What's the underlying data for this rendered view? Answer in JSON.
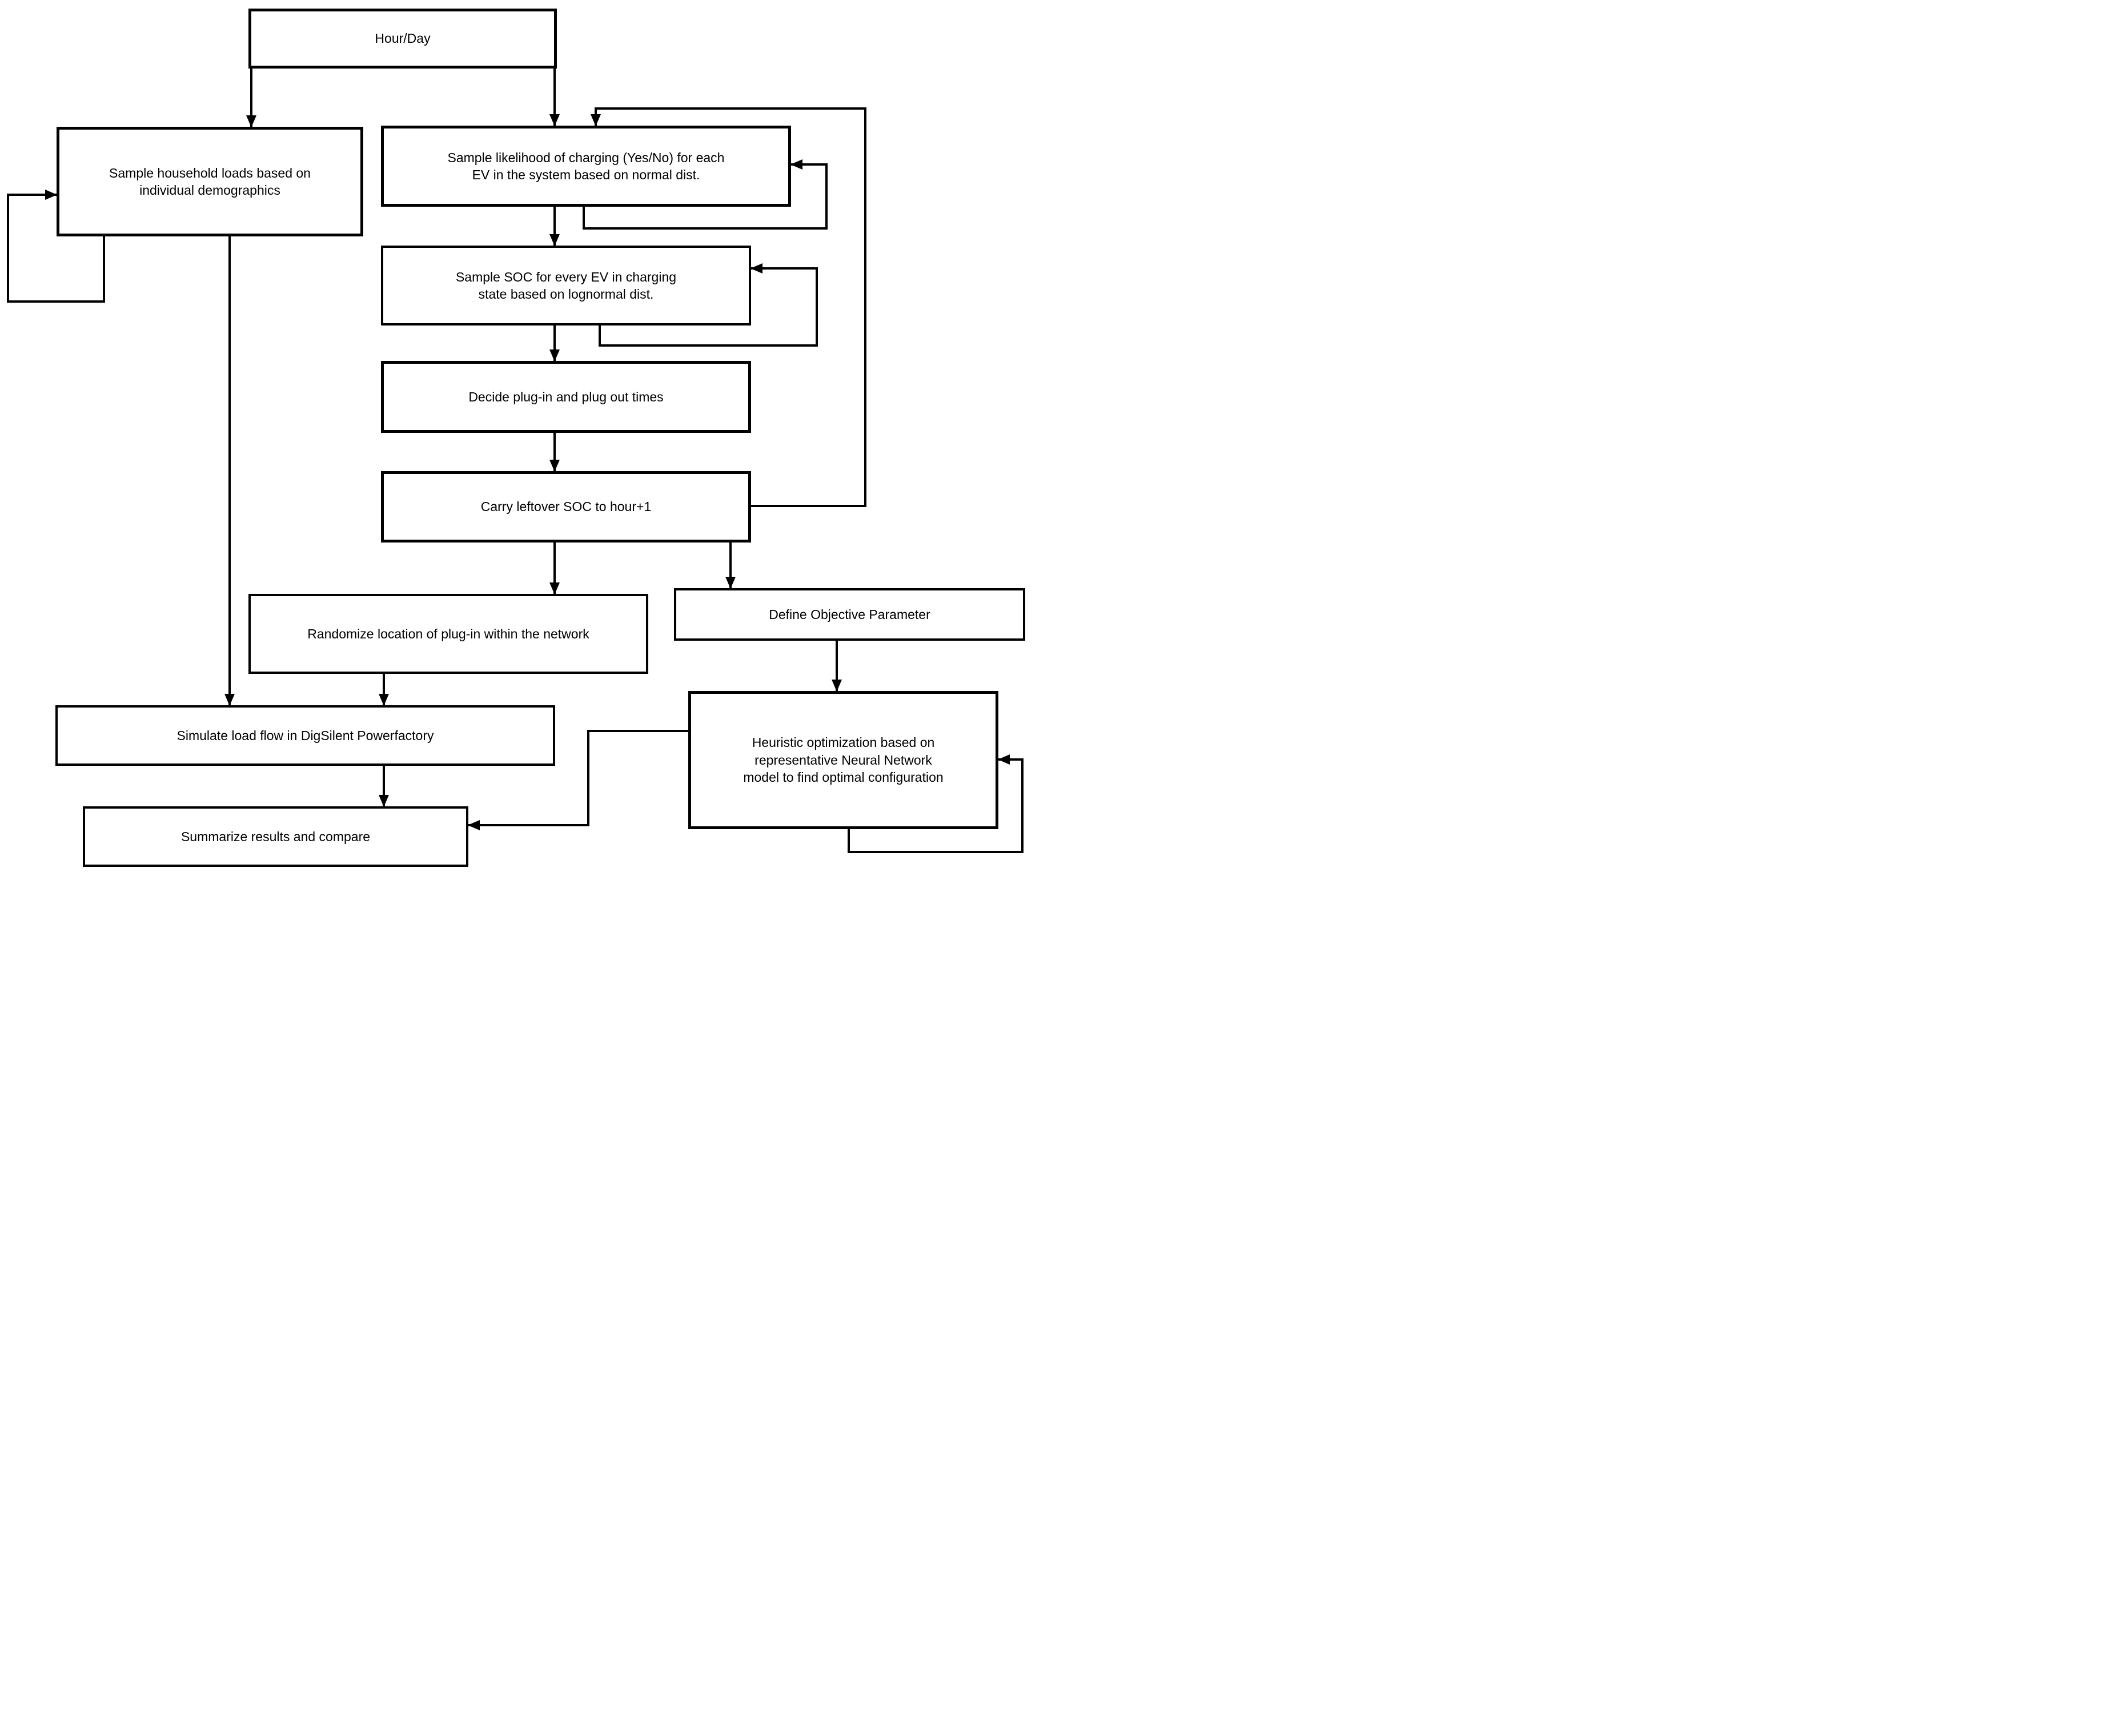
{
  "diagram": {
    "background_color": "#ffffff",
    "line_color": "#000000",
    "text_color": "#000000",
    "nodes": {
      "hour_day": {
        "label": "Hour/Day"
      },
      "household": {
        "label": "Sample household loads based on individual demographics"
      },
      "likelihood": {
        "label": "Sample likelihood of charging (Yes/No) for each EV in the system based on normal dist."
      },
      "soc": {
        "label": "Sample SOC for every EV in charging state based on lognormal dist."
      },
      "decide": {
        "label": "Decide plug-in and plug out times"
      },
      "carry": {
        "label": "Carry leftover SOC to hour+1"
      },
      "randomize": {
        "label": "Randomize location of plug-in within the network"
      },
      "objective": {
        "label": "Define Objective Parameter"
      },
      "simulate": {
        "label": "Simulate load flow in DigSilent Powerfactory"
      },
      "heuristic": {
        "label": "Heuristic optimization based on representative Neural Network model to find optimal configuration"
      },
      "summarize": {
        "label": "Summarize results and compare"
      }
    },
    "edges": [
      {
        "from": "hour_day",
        "to": "household",
        "type": "arrow"
      },
      {
        "from": "hour_day",
        "to": "likelihood",
        "type": "arrow"
      },
      {
        "from": "household",
        "to": "household",
        "type": "self-loop-left"
      },
      {
        "from": "household",
        "to": "simulate",
        "type": "arrow"
      },
      {
        "from": "likelihood",
        "to": "soc",
        "type": "arrow"
      },
      {
        "from": "likelihood",
        "to": "likelihood",
        "type": "self-loop-right"
      },
      {
        "from": "soc",
        "to": "decide",
        "type": "arrow"
      },
      {
        "from": "soc",
        "to": "soc",
        "type": "self-loop-right"
      },
      {
        "from": "decide",
        "to": "carry",
        "type": "arrow"
      },
      {
        "from": "carry",
        "to": "randomize",
        "type": "arrow"
      },
      {
        "from": "carry",
        "to": "objective",
        "type": "arrow"
      },
      {
        "from": "carry",
        "to": "likelihood",
        "type": "feedback-loop"
      },
      {
        "from": "randomize",
        "to": "simulate",
        "type": "arrow"
      },
      {
        "from": "simulate",
        "to": "summarize",
        "type": "arrow"
      },
      {
        "from": "objective",
        "to": "heuristic",
        "type": "arrow"
      },
      {
        "from": "heuristic",
        "to": "heuristic",
        "type": "self-loop-right"
      },
      {
        "from": "heuristic",
        "to": "summarize",
        "type": "elbow-arrow"
      }
    ]
  }
}
